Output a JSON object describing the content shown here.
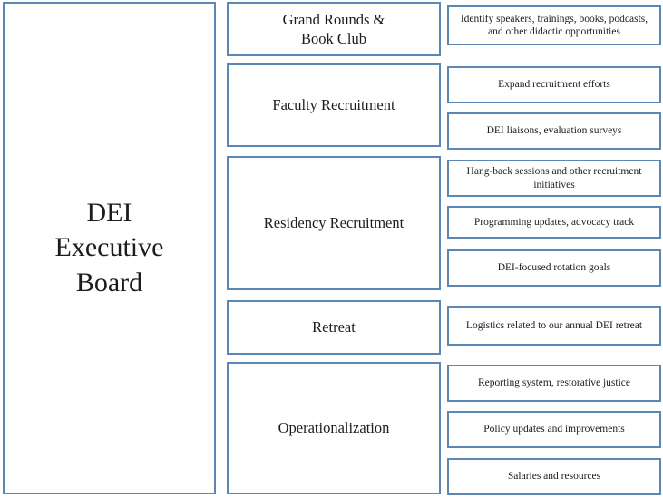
{
  "diagram": {
    "type": "hierarchy",
    "title": "DEI Executive Board",
    "border_color": "#5b87b5",
    "background_color": "#ffffff",
    "text_color": "#1c1c1c"
  },
  "root": {
    "label": "DEI\nExecutive\nBoard",
    "line1": "DEI",
    "line2": "Executive",
    "line3": "Board"
  },
  "branches": [
    {
      "id": "grand-rounds-book-club",
      "label": "Grand Rounds &\nBook Club",
      "line1": "Grand Rounds &",
      "line2": "Book Club"
    },
    {
      "id": "faculty-recruitment",
      "label": "Faculty Recruitment"
    },
    {
      "id": "residency-recruitment",
      "label": "Residency Recruitment"
    },
    {
      "id": "retreat",
      "label": "Retreat"
    },
    {
      "id": "operationalization",
      "label": "Operationalization"
    }
  ],
  "leaves": [
    {
      "id": "identify-speakers",
      "parent": "grand-rounds-book-club",
      "label": "Identify speakers, trainings, books, podcasts, and other didactic opportunities"
    },
    {
      "id": "expand-recruitment-efforts",
      "parent": "faculty-recruitment",
      "label": "Expand recruitment efforts"
    },
    {
      "id": "dei-liaisons-evaluation-surveys",
      "parent": "faculty-recruitment",
      "label": "DEI liaisons, evaluation surveys"
    },
    {
      "id": "hang-back-sessions",
      "parent": "residency-recruitment",
      "label": "Hang-back sessions and other recruitment initiatives"
    },
    {
      "id": "programming-updates",
      "parent": "residency-recruitment",
      "label": "Programming updates, advocacy track"
    },
    {
      "id": "dei-focused-rotation-goals",
      "parent": "residency-recruitment",
      "label": "DEI-focused rotation goals"
    },
    {
      "id": "logistics-annual-retreat",
      "parent": "retreat",
      "label": "Logistics related to our annual DEI retreat"
    },
    {
      "id": "reporting-system",
      "parent": "operationalization",
      "label": "Reporting system, restorative justice"
    },
    {
      "id": "policy-updates",
      "parent": "operationalization",
      "label": "Policy updates and improvements"
    },
    {
      "id": "salaries-and-resources",
      "parent": "operationalization",
      "label": "Salaries and resources"
    }
  ]
}
